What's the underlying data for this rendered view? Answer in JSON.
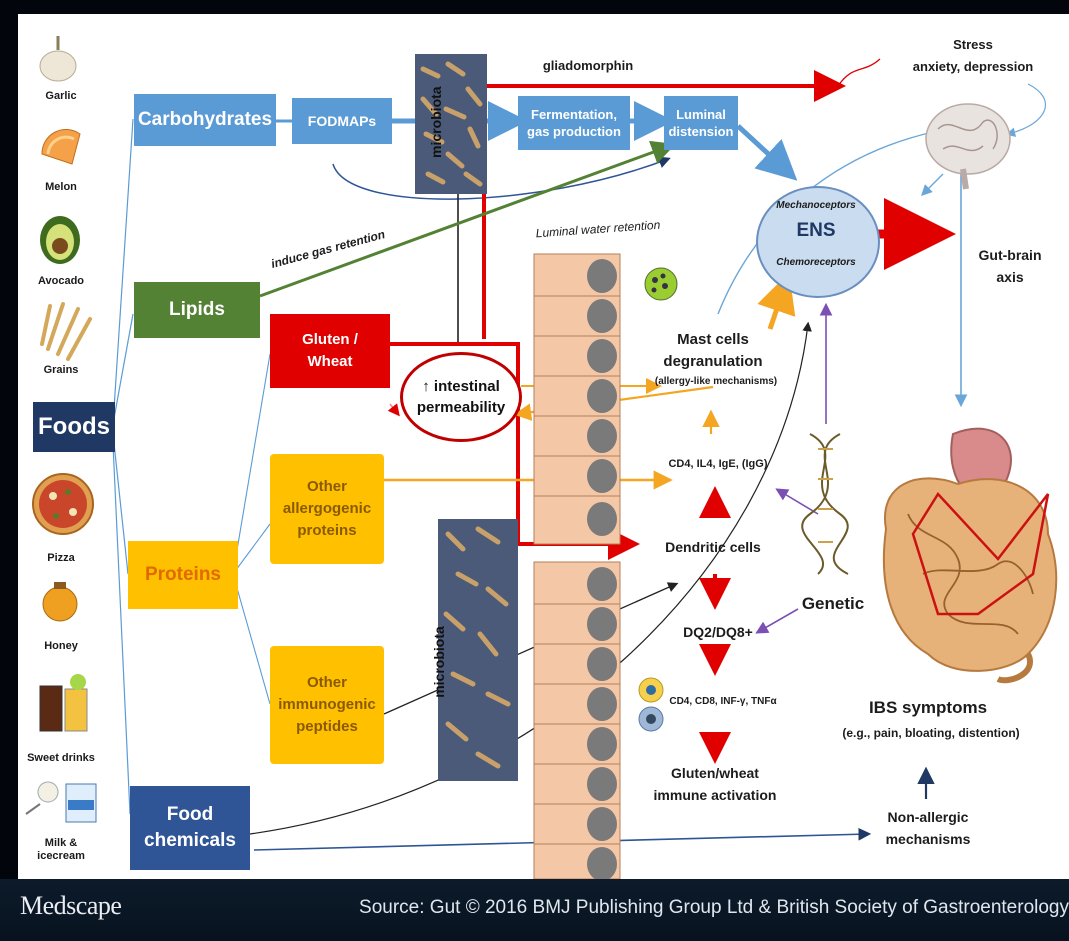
{
  "foods": {
    "items": [
      {
        "label": "Garlic",
        "icon": "garlic-icon"
      },
      {
        "label": "Melon",
        "icon": "melon-icon"
      },
      {
        "label": "Avocado",
        "icon": "avocado-icon"
      },
      {
        "label": "Grains",
        "icon": "grains-icon"
      },
      {
        "label": "Pizza",
        "icon": "pizza-icon"
      },
      {
        "label": "Honey",
        "icon": "honey-icon"
      },
      {
        "label": "Sweet drinks",
        "icon": "sweet-drinks-icon"
      },
      {
        "label": "Milk &\nicecream",
        "icon": "milk-icecream-icon"
      }
    ],
    "title": "Foods"
  },
  "categories": {
    "carbohydrates": "Carbohydrates",
    "lipids": "Lipids",
    "proteins": "Proteins",
    "food_chemicals": "Food\nchemicals"
  },
  "nodes": {
    "fodmaps": "FODMAPs",
    "microbiota_top": "microbiota",
    "microbiota_bottom": "microbiota",
    "gliadomorphin": "gliadomorphin",
    "fermentation": "Fermentation,\ngas production",
    "luminal_distension": "Luminal\ndistension",
    "stress": "Stress\nanxiety, depression",
    "induce_gas": "induce gas retention",
    "luminal_water": "Luminal water retention",
    "gluten_wheat": "Gluten /\nWheat",
    "intestinal_permeability": "↑ intestinal\npermeability",
    "other_allergogenic": "Other\nallergogenic\nproteins",
    "other_immunogenic": "Other\nimmunogenic\npeptides",
    "mechanoceptors": "Mechanoceptors",
    "ens": "ENS",
    "chemoreceptors": "Chemoreceptors",
    "gut_brain": "Gut-brain\naxis",
    "mast_cells": "Mast cells\ndegranulation",
    "allergy_like": "(allergy-like mechanisms)",
    "cd4_il4": "CD4, IL4, IgE, (IgG)",
    "dendritic": "Dendritic cells",
    "genetic": "Genetic",
    "dq2": "DQ2/DQ8+",
    "cd4_cd8": "CD4, CD8, INF-γ, TNFα",
    "gluten_immune": "Gluten/wheat\nimmune activation",
    "ibs": "IBS symptoms",
    "ibs_examples": "(e.g., pain, bloating, distention)",
    "non_allergic": "Non-allergic\nmechanisms"
  },
  "footer": {
    "brand": "Medscape",
    "source": "Source: Gut © 2016 BMJ Publishing Group Ltd & British Society of Gastroenterology"
  },
  "colors": {
    "carb_blue": "#5b9bd5",
    "lipid_green": "#548235",
    "protein_yellow": "#ffc000",
    "gluten_red": "#e00000",
    "chem_navy": "#2f5597",
    "foods_navy": "#1f3864"
  }
}
